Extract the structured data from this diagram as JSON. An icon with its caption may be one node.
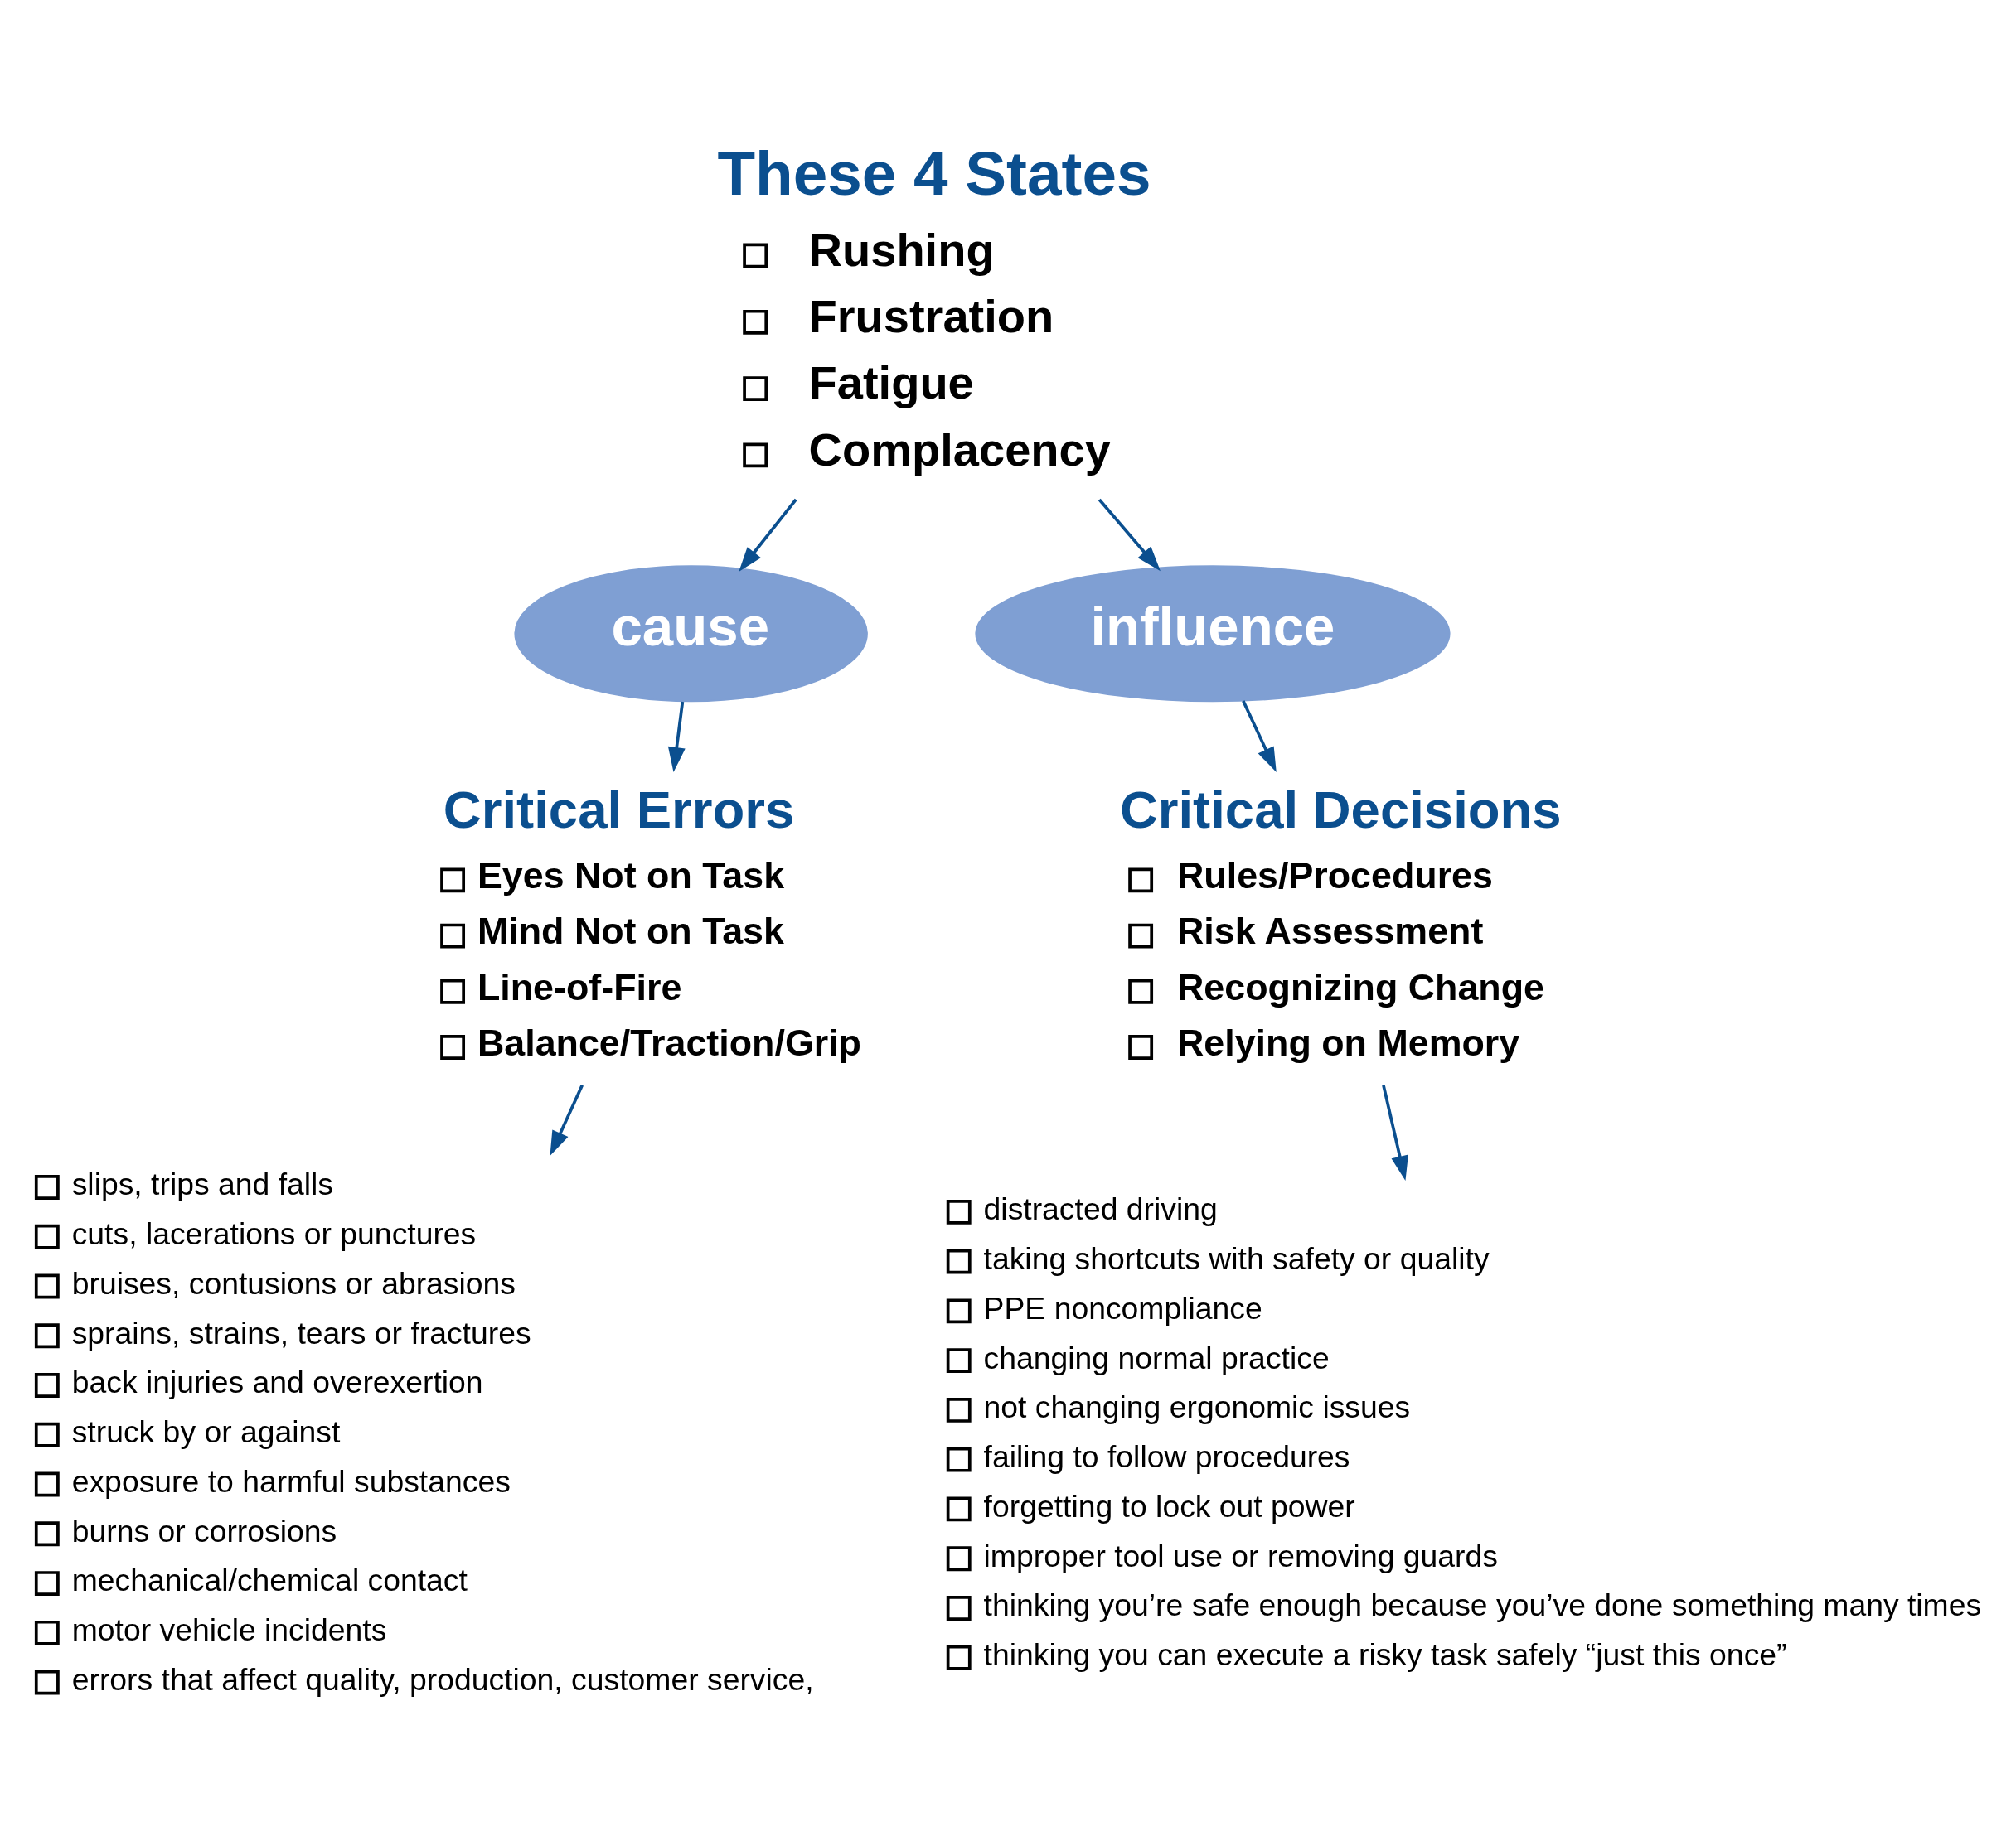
{
  "diagram": {
    "nodes": [
      {
        "text": [
          "These 4 States",
          "Rushing",
          "Frustration",
          "Fatigue",
          "Complacency"
        ]
      },
      {
        "text": [
          "cause"
        ]
      },
      {
        "text": [
          "influence"
        ]
      },
      {
        "text": [
          "Critical Errors",
          "Eyes Not on Task",
          "Mind Not on Task",
          "Line-of-Fire",
          "Balance/Traction/Grip"
        ]
      },
      {
        "text": [
          "Critical Decisions",
          "Rules/Procedures",
          "Risk Assessment",
          "Recognizing Change",
          "Relying on Memory"
        ]
      },
      {
        "text": [
          "slips, trips and falls",
          "cuts, lacerations or punctures",
          "bruises, contusions or abrasions",
          "sprains, strains, tears or fractures",
          "back injuries and overexertion",
          "struck by or against",
          "exposure to harmful substances",
          "burns or corrosions",
          "mechanical/chemical contact",
          "motor vehicle incidents",
          "errors that affect quality, production, customer service,"
        ]
      },
      {
        "text": [
          "distracted driving",
          "taking shortcuts with safety or quality",
          "PPE noncompliance",
          "changing normal practice",
          "not changing ergonomic issues",
          "failing to follow procedures",
          "forgetting to lock out power",
          "improper tool use or removing guards",
          "thinking you’re safe enough because you’ve done something many times",
          "thinking you can execute a risky task safely “just this once”"
        ]
      }
    ],
    "edges": [
      {
        "from": 0,
        "to": 1,
        "arrow": "to"
      },
      {
        "from": 0,
        "to": 2,
        "arrow": "to"
      },
      {
        "from": 1,
        "to": 3,
        "arrow": "to"
      },
      {
        "from": 2,
        "to": 4,
        "arrow": "to"
      },
      {
        "from": 3,
        "to": 5,
        "arrow": "to"
      },
      {
        "from": 4,
        "to": 6,
        "arrow": "to"
      }
    ]
  }
}
